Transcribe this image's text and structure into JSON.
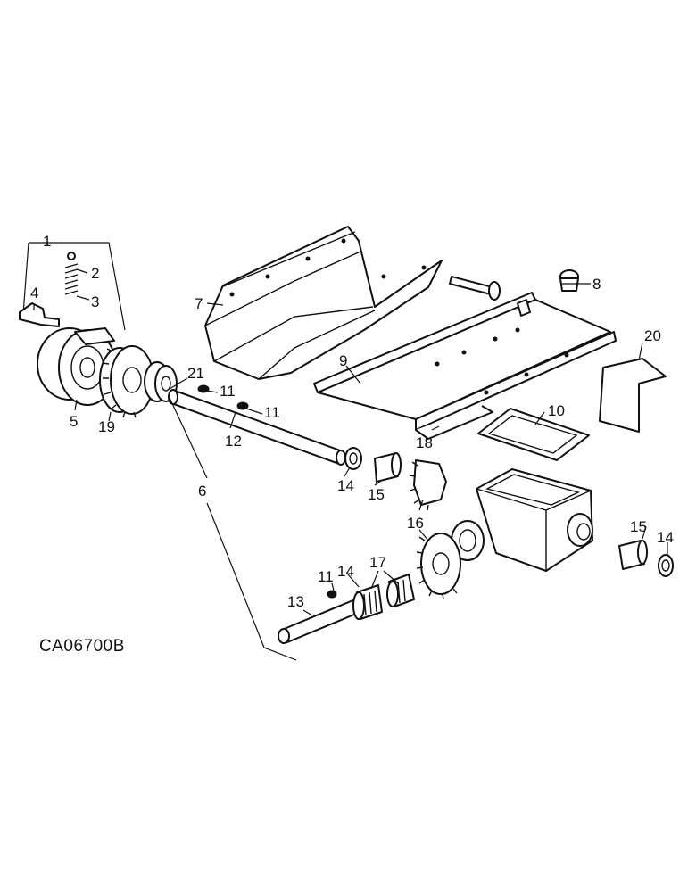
{
  "diagram_code": "CA06700B",
  "callouts": {
    "c1": "1",
    "c2": "2",
    "c3": "3",
    "c4": "4",
    "c5": "5",
    "c6": "6",
    "c7": "7",
    "c8": "8",
    "c9": "9",
    "c10": "10",
    "c11a": "11",
    "c11b": "11",
    "c11c": "11",
    "c12": "12",
    "c13": "13",
    "c14a": "14",
    "c14b": "14",
    "c14c": "14",
    "c15a": "15",
    "c15b": "15",
    "c16a": "16",
    "c16b": "16",
    "c17": "17",
    "c18": "18",
    "c19": "19",
    "c20": "20",
    "c21": "21"
  }
}
